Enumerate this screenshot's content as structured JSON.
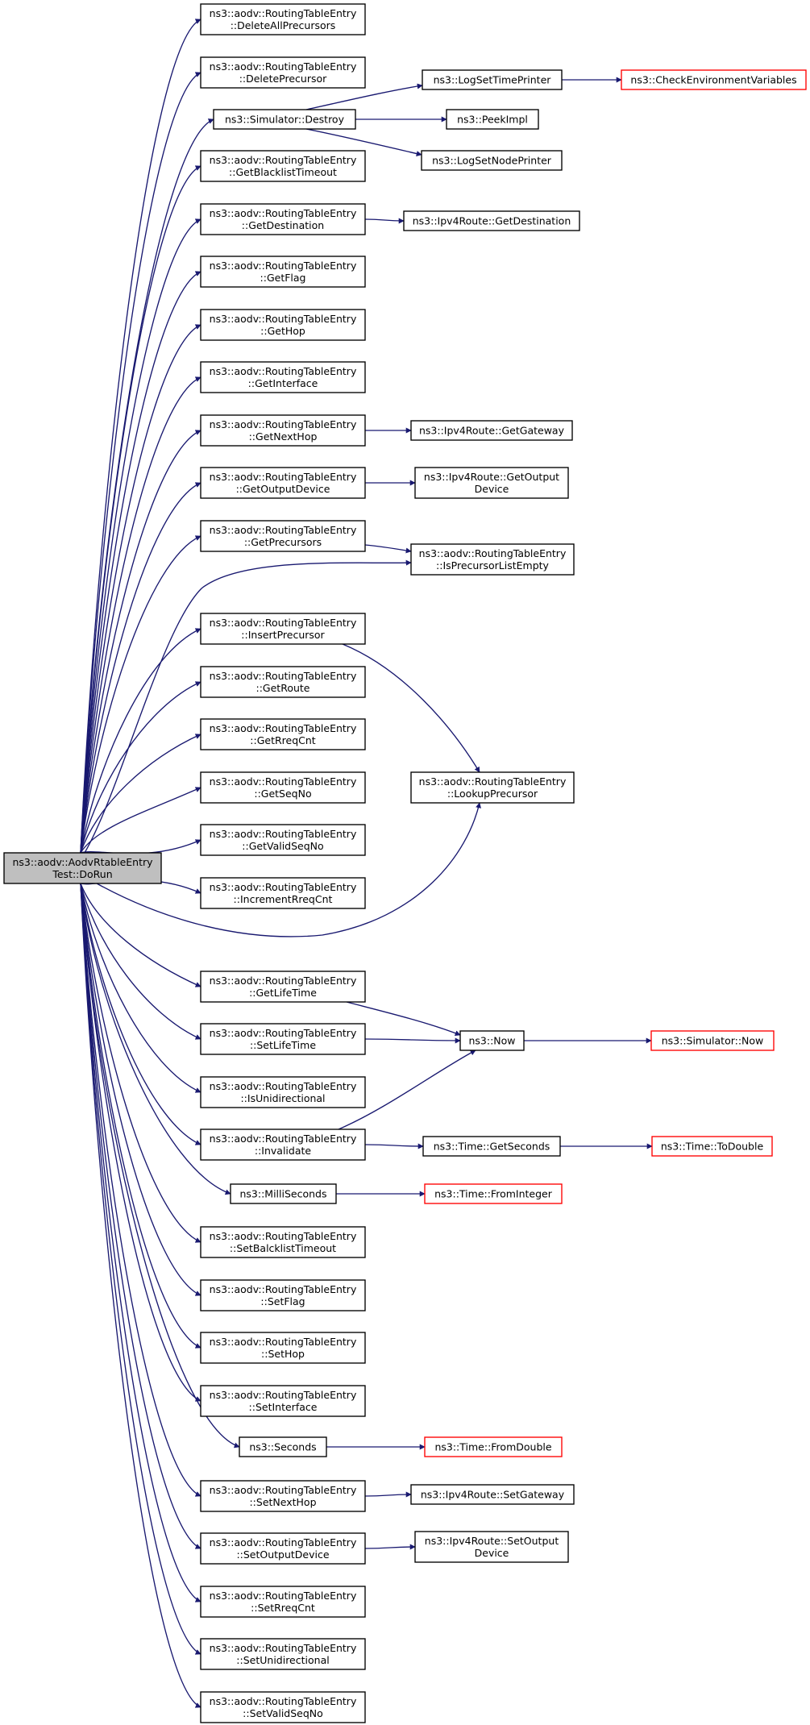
{
  "graph": {
    "colors": {
      "edge": "#191970",
      "node_border": "#000000",
      "root_fill": "#bfbfbf",
      "truncated_border": "#ff0000"
    },
    "nodes": [
      {
        "id": "root",
        "lines": [
          "ns3::aodv::AodvRtableEntry",
          "Test::DoRun"
        ],
        "style": "root"
      },
      {
        "id": "deleteAllPrecursors",
        "lines": [
          "ns3::aodv::RoutingTableEntry",
          "::DeleteAllPrecursors"
        ],
        "style": "normal"
      },
      {
        "id": "deletePrecursor",
        "lines": [
          "ns3::aodv::RoutingTableEntry",
          "::DeletePrecursor"
        ],
        "style": "normal"
      },
      {
        "id": "simDestroy",
        "lines": [
          "ns3::Simulator::Destroy"
        ],
        "style": "normal"
      },
      {
        "id": "getBlacklistTimeout",
        "lines": [
          "ns3::aodv::RoutingTableEntry",
          "::GetBlacklistTimeout"
        ],
        "style": "normal"
      },
      {
        "id": "getDestination",
        "lines": [
          "ns3::aodv::RoutingTableEntry",
          "::GetDestination"
        ],
        "style": "normal"
      },
      {
        "id": "getFlag",
        "lines": [
          "ns3::aodv::RoutingTableEntry",
          "::GetFlag"
        ],
        "style": "normal"
      },
      {
        "id": "getHop",
        "lines": [
          "ns3::aodv::RoutingTableEntry",
          "::GetHop"
        ],
        "style": "normal"
      },
      {
        "id": "getInterface",
        "lines": [
          "ns3::aodv::RoutingTableEntry",
          "::GetInterface"
        ],
        "style": "normal"
      },
      {
        "id": "getNextHop",
        "lines": [
          "ns3::aodv::RoutingTableEntry",
          "::GetNextHop"
        ],
        "style": "normal"
      },
      {
        "id": "getOutputDevice",
        "lines": [
          "ns3::aodv::RoutingTableEntry",
          "::GetOutputDevice"
        ],
        "style": "normal"
      },
      {
        "id": "getPrecursors",
        "lines": [
          "ns3::aodv::RoutingTableEntry",
          "::GetPrecursors"
        ],
        "style": "normal"
      },
      {
        "id": "insertPrecursor",
        "lines": [
          "ns3::aodv::RoutingTableEntry",
          "::InsertPrecursor"
        ],
        "style": "normal"
      },
      {
        "id": "getRoute",
        "lines": [
          "ns3::aodv::RoutingTableEntry",
          "::GetRoute"
        ],
        "style": "normal"
      },
      {
        "id": "getRreqCnt",
        "lines": [
          "ns3::aodv::RoutingTableEntry",
          "::GetRreqCnt"
        ],
        "style": "normal"
      },
      {
        "id": "getSeqNo",
        "lines": [
          "ns3::aodv::RoutingTableEntry",
          "::GetSeqNo"
        ],
        "style": "normal"
      },
      {
        "id": "getValidSeqNo",
        "lines": [
          "ns3::aodv::RoutingTableEntry",
          "::GetValidSeqNo"
        ],
        "style": "normal"
      },
      {
        "id": "incrementRreqCnt",
        "lines": [
          "ns3::aodv::RoutingTableEntry",
          "::IncrementRreqCnt"
        ],
        "style": "normal"
      },
      {
        "id": "getLifeTime",
        "lines": [
          "ns3::aodv::RoutingTableEntry",
          "::GetLifeTime"
        ],
        "style": "normal"
      },
      {
        "id": "setLifeTime",
        "lines": [
          "ns3::aodv::RoutingTableEntry",
          "::SetLifeTime"
        ],
        "style": "normal"
      },
      {
        "id": "isUnidirectional",
        "lines": [
          "ns3::aodv::RoutingTableEntry",
          "::IsUnidirectional"
        ],
        "style": "normal"
      },
      {
        "id": "invalidate",
        "lines": [
          "ns3::aodv::RoutingTableEntry",
          "::Invalidate"
        ],
        "style": "normal"
      },
      {
        "id": "milliSeconds",
        "lines": [
          "ns3::MilliSeconds"
        ],
        "style": "normal"
      },
      {
        "id": "setBalcklistTimeout",
        "lines": [
          "ns3::aodv::RoutingTableEntry",
          "::SetBalcklistTimeout"
        ],
        "style": "normal"
      },
      {
        "id": "setFlag",
        "lines": [
          "ns3::aodv::RoutingTableEntry",
          "::SetFlag"
        ],
        "style": "normal"
      },
      {
        "id": "setHop",
        "lines": [
          "ns3::aodv::RoutingTableEntry",
          "::SetHop"
        ],
        "style": "normal"
      },
      {
        "id": "setInterface",
        "lines": [
          "ns3::aodv::RoutingTableEntry",
          "::SetInterface"
        ],
        "style": "normal"
      },
      {
        "id": "seconds",
        "lines": [
          "ns3::Seconds"
        ],
        "style": "normal"
      },
      {
        "id": "setNextHop",
        "lines": [
          "ns3::aodv::RoutingTableEntry",
          "::SetNextHop"
        ],
        "style": "normal"
      },
      {
        "id": "setOutputDevice",
        "lines": [
          "ns3::aodv::RoutingTableEntry",
          "::SetOutputDevice"
        ],
        "style": "normal"
      },
      {
        "id": "setRreqCnt",
        "lines": [
          "ns3::aodv::RoutingTableEntry",
          "::SetRreqCnt"
        ],
        "style": "normal"
      },
      {
        "id": "setUnidirectional",
        "lines": [
          "ns3::aodv::RoutingTableEntry",
          "::SetUnidirectional"
        ],
        "style": "normal"
      },
      {
        "id": "setValidSeqNo",
        "lines": [
          "ns3::aodv::RoutingTableEntry",
          "::SetValidSeqNo"
        ],
        "style": "normal"
      },
      {
        "id": "logSetTimePrinter",
        "lines": [
          "ns3::LogSetTimePrinter"
        ],
        "style": "normal"
      },
      {
        "id": "peekImpl",
        "lines": [
          "ns3::PeekImpl"
        ],
        "style": "normal"
      },
      {
        "id": "logSetNodePrinter",
        "lines": [
          "ns3::LogSetNodePrinter"
        ],
        "style": "normal"
      },
      {
        "id": "checkEnvVars",
        "lines": [
          "ns3::CheckEnvironmentVariables"
        ],
        "style": "truncated"
      },
      {
        "id": "ipv4GetDestination",
        "lines": [
          "ns3::Ipv4Route::GetDestination"
        ],
        "style": "normal"
      },
      {
        "id": "ipv4GetGateway",
        "lines": [
          "ns3::Ipv4Route::GetGateway"
        ],
        "style": "normal"
      },
      {
        "id": "ipv4GetOutputDevice",
        "lines": [
          "ns3::Ipv4Route::GetOutput",
          "Device"
        ],
        "style": "normal"
      },
      {
        "id": "isPrecursorListEmpty",
        "lines": [
          "ns3::aodv::RoutingTableEntry",
          "::IsPrecursorListEmpty"
        ],
        "style": "normal"
      },
      {
        "id": "lookupPrecursor",
        "lines": [
          "ns3::aodv::RoutingTableEntry",
          "::LookupPrecursor"
        ],
        "style": "normal"
      },
      {
        "id": "now",
        "lines": [
          "ns3::Now"
        ],
        "style": "normal"
      },
      {
        "id": "simNow",
        "lines": [
          "ns3::Simulator::Now"
        ],
        "style": "truncated"
      },
      {
        "id": "timeGetSeconds",
        "lines": [
          "ns3::Time::GetSeconds"
        ],
        "style": "normal"
      },
      {
        "id": "timeToDouble",
        "lines": [
          "ns3::Time::ToDouble"
        ],
        "style": "truncated"
      },
      {
        "id": "timeFromInteger",
        "lines": [
          "ns3::Time::FromInteger"
        ],
        "style": "truncated"
      },
      {
        "id": "timeFromDouble",
        "lines": [
          "ns3::Time::FromDouble"
        ],
        "style": "truncated"
      },
      {
        "id": "ipv4SetGateway",
        "lines": [
          "ns3::Ipv4Route::SetGateway"
        ],
        "style": "normal"
      },
      {
        "id": "ipv4SetOutputDevice",
        "lines": [
          "ns3::Ipv4Route::SetOutput",
          "Device"
        ],
        "style": "normal"
      }
    ],
    "edges": [
      {
        "from": "root",
        "to": "deleteAllPrecursors"
      },
      {
        "from": "root",
        "to": "deletePrecursor"
      },
      {
        "from": "root",
        "to": "simDestroy"
      },
      {
        "from": "root",
        "to": "getBlacklistTimeout"
      },
      {
        "from": "root",
        "to": "getDestination"
      },
      {
        "from": "root",
        "to": "getFlag"
      },
      {
        "from": "root",
        "to": "getHop"
      },
      {
        "from": "root",
        "to": "getInterface"
      },
      {
        "from": "root",
        "to": "getNextHop"
      },
      {
        "from": "root",
        "to": "getOutputDevice"
      },
      {
        "from": "root",
        "to": "getPrecursors"
      },
      {
        "from": "root",
        "to": "isPrecursorListEmpty"
      },
      {
        "from": "root",
        "to": "insertPrecursor"
      },
      {
        "from": "root",
        "to": "getRoute"
      },
      {
        "from": "root",
        "to": "getRreqCnt"
      },
      {
        "from": "root",
        "to": "getSeqNo"
      },
      {
        "from": "root",
        "to": "getValidSeqNo"
      },
      {
        "from": "root",
        "to": "incrementRreqCnt"
      },
      {
        "from": "root",
        "to": "lookupPrecursor"
      },
      {
        "from": "root",
        "to": "getLifeTime"
      },
      {
        "from": "root",
        "to": "setLifeTime"
      },
      {
        "from": "root",
        "to": "isUnidirectional"
      },
      {
        "from": "root",
        "to": "invalidate"
      },
      {
        "from": "root",
        "to": "milliSeconds"
      },
      {
        "from": "root",
        "to": "setBalcklistTimeout"
      },
      {
        "from": "root",
        "to": "setFlag"
      },
      {
        "from": "root",
        "to": "setHop"
      },
      {
        "from": "root",
        "to": "setInterface"
      },
      {
        "from": "root",
        "to": "seconds"
      },
      {
        "from": "root",
        "to": "setNextHop"
      },
      {
        "from": "root",
        "to": "setOutputDevice"
      },
      {
        "from": "root",
        "to": "setRreqCnt"
      },
      {
        "from": "root",
        "to": "setUnidirectional"
      },
      {
        "from": "root",
        "to": "setValidSeqNo"
      },
      {
        "from": "simDestroy",
        "to": "logSetTimePrinter"
      },
      {
        "from": "simDestroy",
        "to": "peekImpl"
      },
      {
        "from": "simDestroy",
        "to": "logSetNodePrinter"
      },
      {
        "from": "logSetTimePrinter",
        "to": "checkEnvVars"
      },
      {
        "from": "getDestination",
        "to": "ipv4GetDestination"
      },
      {
        "from": "getNextHop",
        "to": "ipv4GetGateway"
      },
      {
        "from": "getOutputDevice",
        "to": "ipv4GetOutputDevice"
      },
      {
        "from": "getPrecursors",
        "to": "isPrecursorListEmpty"
      },
      {
        "from": "insertPrecursor",
        "to": "lookupPrecursor"
      },
      {
        "from": "getLifeTime",
        "to": "now"
      },
      {
        "from": "setLifeTime",
        "to": "now"
      },
      {
        "from": "invalidate",
        "to": "now"
      },
      {
        "from": "invalidate",
        "to": "timeGetSeconds"
      },
      {
        "from": "now",
        "to": "simNow"
      },
      {
        "from": "timeGetSeconds",
        "to": "timeToDouble"
      },
      {
        "from": "milliSeconds",
        "to": "timeFromInteger"
      },
      {
        "from": "seconds",
        "to": "timeFromDouble"
      },
      {
        "from": "setNextHop",
        "to": "ipv4SetGateway"
      },
      {
        "from": "setOutputDevice",
        "to": "ipv4SetOutputDevice"
      }
    ]
  }
}
